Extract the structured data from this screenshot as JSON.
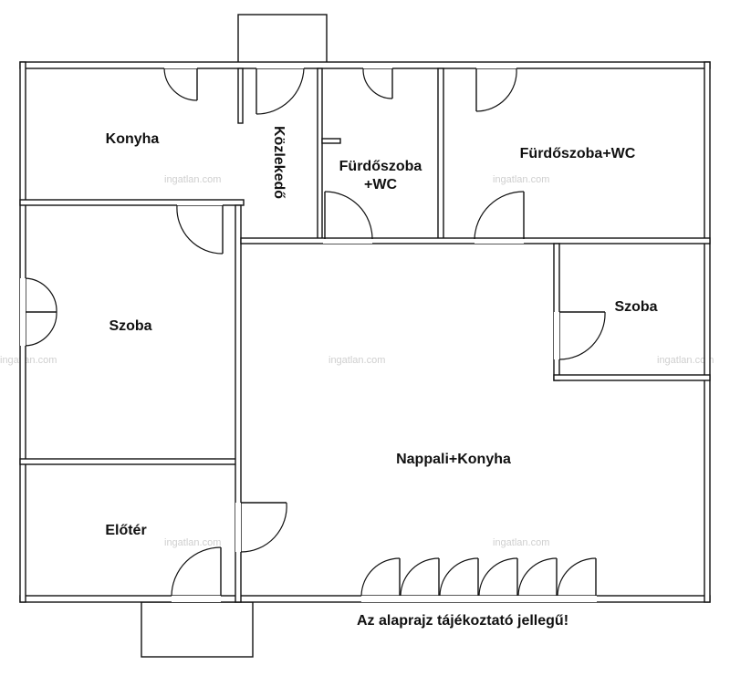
{
  "rooms": {
    "konyha": "Konyha",
    "kozlekedo": "Közlekedő",
    "furdo1_line1": "Fürdőszoba",
    "furdo1_line2": "+WC",
    "furdo2": "Fürdőszoba+WC",
    "szoba_left": "Szoba",
    "szoba_right": "Szoba",
    "nappali": "Nappali+Konyha",
    "eloter": "Előtér"
  },
  "note": "Az alaprajz tájékoztató jellegű!",
  "watermark": "ingatlan.com",
  "colors": {
    "wall_stroke": "#111111",
    "wall_hatch": "#8a8a8a",
    "watermark": "#cfcfcf"
  }
}
